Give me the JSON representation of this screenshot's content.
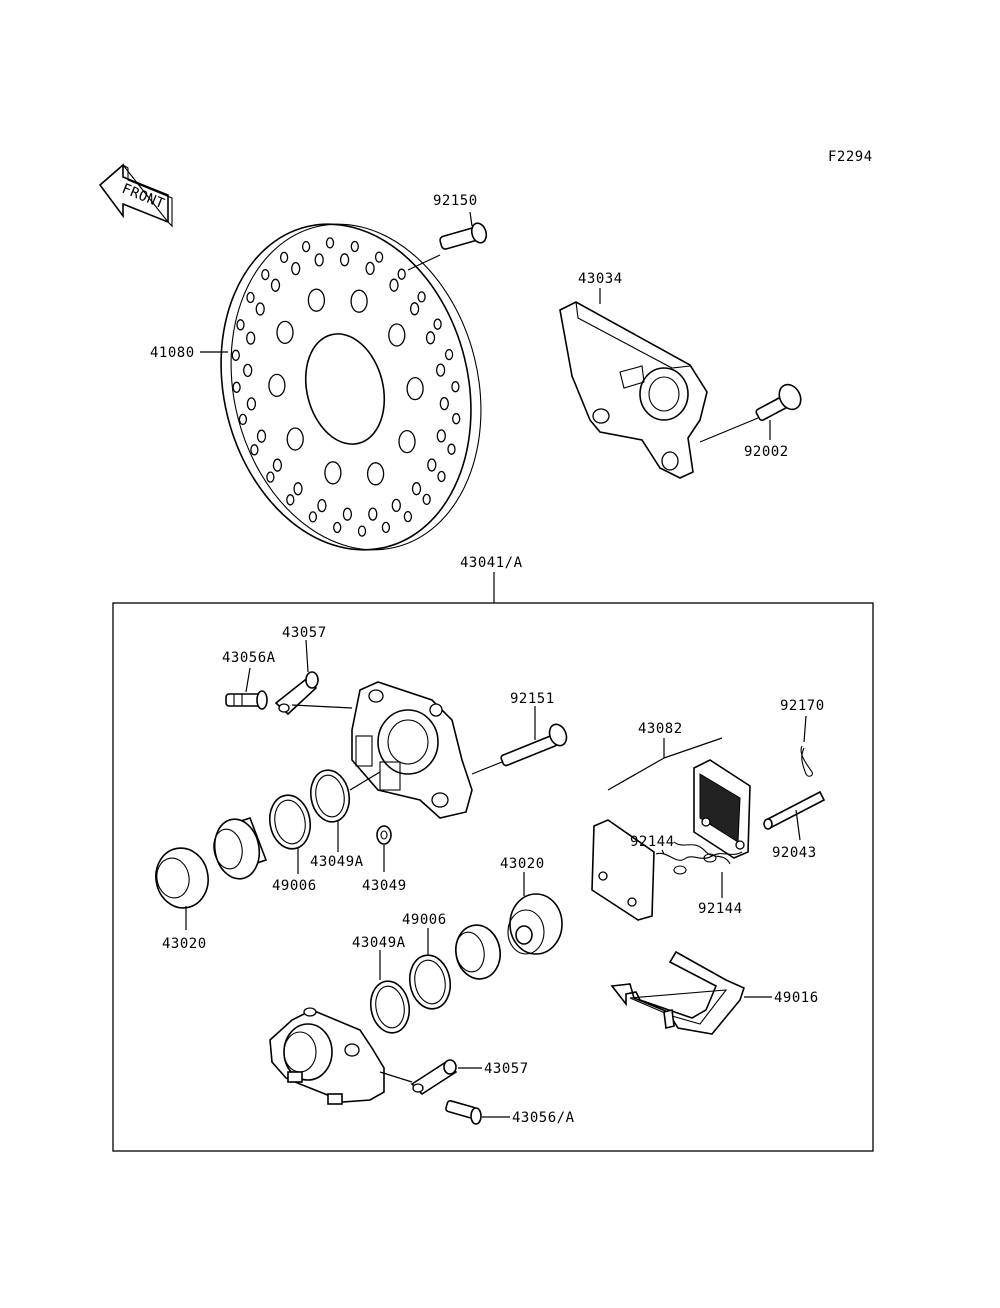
{
  "figure_code": "F2294",
  "front_arrow_text": "FRONT",
  "labels": {
    "p92150": "92150",
    "p41080": "41080",
    "p43034": "43034",
    "p92002": "92002",
    "p43041": "43041/A",
    "p43057_top": "43057",
    "p43056A": "43056A",
    "p92151": "92151",
    "p92170": "92170",
    "p43082": "43082",
    "p92144_a": "92144",
    "p92144_b": "92144",
    "p92043": "92043",
    "p43049A_top": "43049A",
    "p43049": "43049",
    "p49006_top": "49006",
    "p43020_left": "43020",
    "p43020_right": "43020",
    "p49006_bottom": "49006",
    "p43049A_bottom": "43049A",
    "p49016": "49016",
    "p43057_bottom": "43057",
    "p43056_bottom": "43056/A"
  }
}
